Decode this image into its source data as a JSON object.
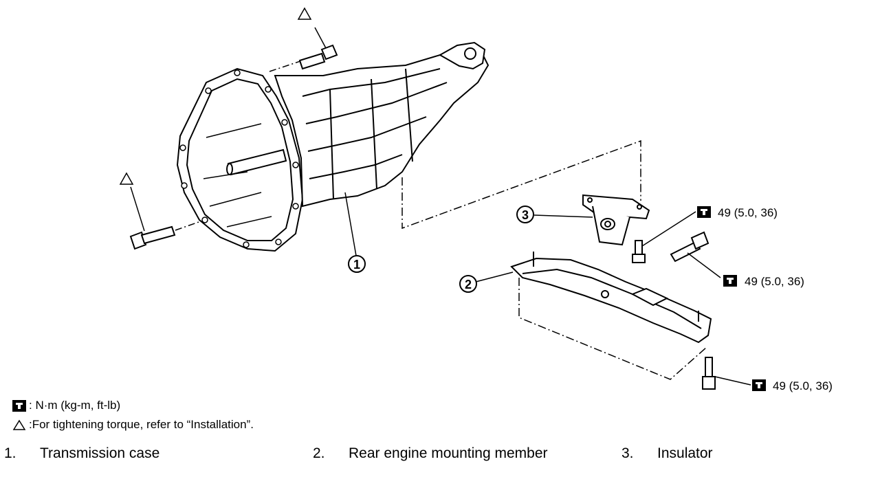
{
  "callouts": [
    {
      "id": "callout-1",
      "number": "1"
    },
    {
      "id": "callout-2",
      "number": "2"
    },
    {
      "id": "callout-3",
      "number": "3"
    }
  ],
  "torque_labels": [
    {
      "id": "torque-label-insulator-bolt",
      "value": "49 (5.0, 36)"
    },
    {
      "id": "torque-label-member-bolt",
      "value": "49 (5.0, 36)"
    },
    {
      "id": "torque-label-lower-bolt",
      "value": "49 (5.0, 36)"
    }
  ],
  "legend": {
    "torque_units": ": N·m (kg-m, ft-lb)",
    "triangle_note": ":For tightening torque, refer to “Installation”."
  },
  "parts": [
    {
      "number": "1.",
      "name": "Transmission case"
    },
    {
      "number": "2.",
      "name": "Rear engine mounting member"
    },
    {
      "number": "3.",
      "name": "Insulator"
    }
  ],
  "icons": {
    "torque": "torque-wrench-icon",
    "triangle": "triangle-mark-icon"
  }
}
